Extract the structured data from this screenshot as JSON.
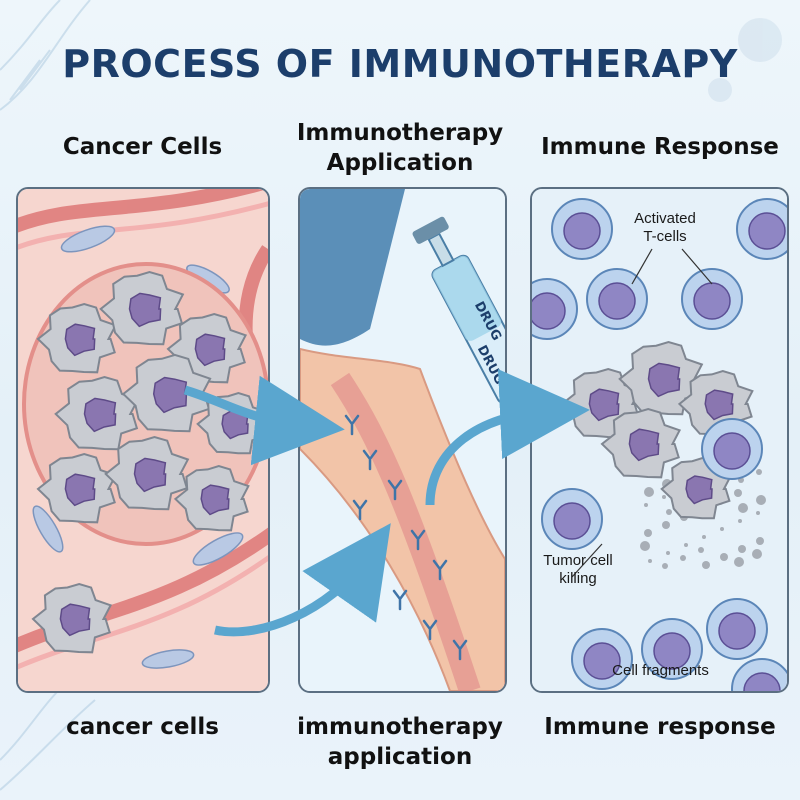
{
  "title": "PROCESS OF IMMUNOTHERAPY",
  "columns": [
    {
      "heading": "Cancer Cells",
      "caption": "cancer cells"
    },
    {
      "heading_line1": "Immunotherapy",
      "heading_line2": "Application",
      "caption_line1": "immunotherapy",
      "caption_line2": "application"
    },
    {
      "heading": "Immune Response",
      "caption": "Immune response"
    }
  ],
  "syringe_label": "DRUG",
  "annotations": {
    "activated_line1": "Activated",
    "activated_line2": "T-cells",
    "killing_line1": "Tumor cell",
    "killing_line2": "killing",
    "fragments": "Cell fragments"
  },
  "colors": {
    "title": "#1c3e6b",
    "cancer_cell": "#c9ccd2",
    "nucleus": "#8a76b0",
    "tcell": "#bcd3ee",
    "arrow": "#5aa6cf",
    "skin": "#f2c4a8"
  }
}
